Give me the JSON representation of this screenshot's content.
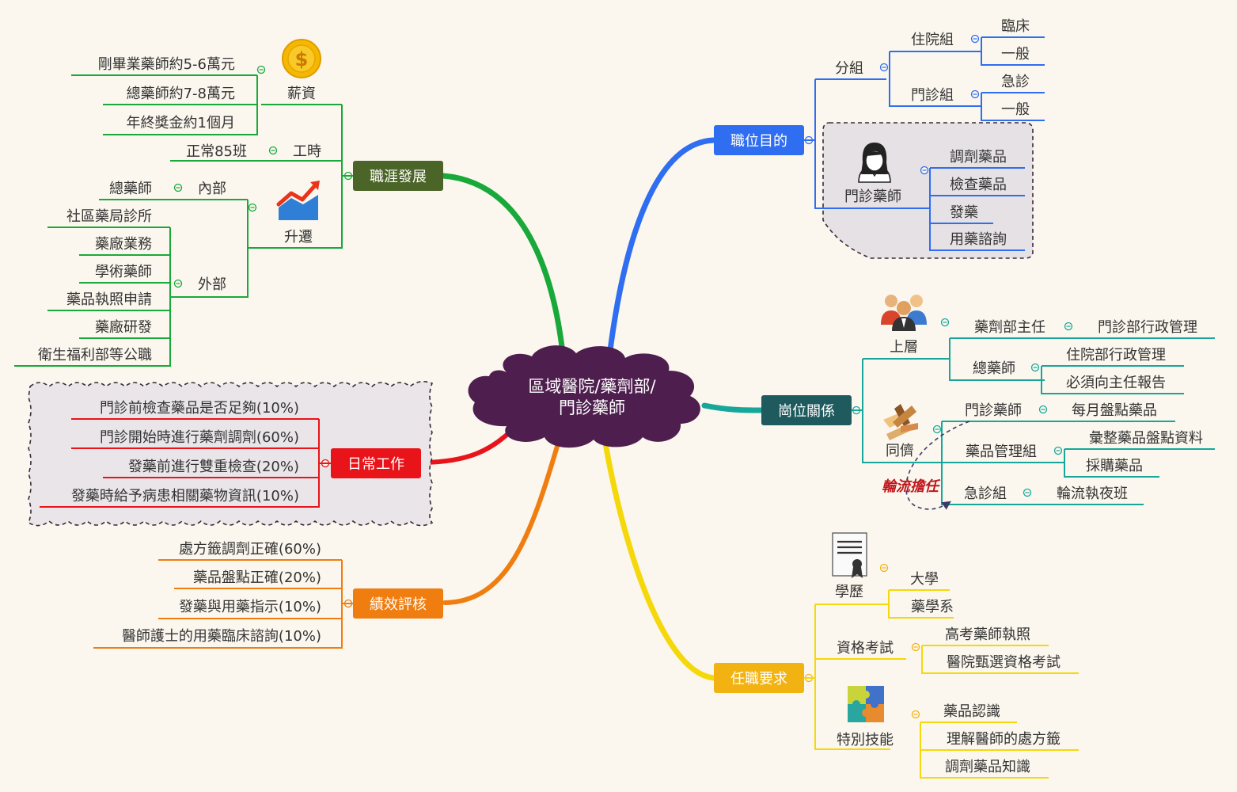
{
  "central": {
    "line1": "區域醫院/藥劑部/",
    "line2": "門診藥師"
  },
  "colors": {
    "career": "#4b6427",
    "career_line": "#18a93a",
    "purpose": "#2f6ef0",
    "relation": "#1e5a5e",
    "relation_line": "#17a79a",
    "daily": "#e8141a",
    "perf": "#f07d10",
    "req": "#f2b312",
    "req_line": "#f5d80b",
    "central": "#4e1f4e"
  },
  "career": {
    "title": "職涯發展",
    "salary": {
      "label": "薪資",
      "items": [
        "剛畢業藥師約5-6萬元",
        "總藥師約7-8萬元",
        "年終獎金約1個月"
      ]
    },
    "hours": {
      "label": "工時",
      "items": [
        "正常85班"
      ]
    },
    "promotion": {
      "label": "升遷",
      "internal": {
        "label": "內部",
        "items": [
          "總藥師"
        ]
      },
      "external": {
        "label": "外部",
        "items": [
          "社區藥局診所",
          "藥廠業務",
          "學術藥師",
          "藥品執照申請",
          "藥廠研發",
          "衛生福利部等公職"
        ]
      }
    }
  },
  "daily": {
    "title": "日常工作",
    "items": [
      "門診前檢查藥品是否足夠(10%)",
      "門診開始時進行藥劑調劑(60%)",
      "發藥前進行雙重檢查(20%)",
      "發藥時給予病患相關藥物資訊(10%)"
    ]
  },
  "perf": {
    "title": "績效評核",
    "items": [
      "處方籤調劑正確(60%)",
      "藥品盤點正確(20%)",
      "發藥與用藥指示(10%)",
      "醫師護士的用藥臨床諮詢(10%)"
    ]
  },
  "purpose": {
    "title": "職位目的",
    "group": {
      "label": "分組",
      "inpatient": {
        "label": "住院組",
        "items": [
          "臨床",
          "一般"
        ]
      },
      "outpatient": {
        "label": "門診組",
        "items": [
          "急診",
          "一般"
        ]
      }
    },
    "pharmacist": {
      "label": "門診藥師",
      "items": [
        "調劑藥品",
        "檢查藥品",
        "發藥",
        "用藥諮詢"
      ]
    }
  },
  "relation": {
    "title": "崗位關係",
    "upper": {
      "label": "上層",
      "director": {
        "label": "藥劑部主任",
        "items": [
          "門診部行政管理"
        ]
      },
      "chief": {
        "label": "總藥師",
        "items": [
          "住院部行政管理",
          "必須向主任報告"
        ]
      }
    },
    "peer": {
      "label": "同儕",
      "outpatient": {
        "label": "門診藥師",
        "items": [
          "每月盤點藥品"
        ]
      },
      "management": {
        "label": "藥品管理組",
        "items": [
          "彙整藥品盤點資料",
          "採購藥品"
        ]
      },
      "emergency": {
        "label": "急診組",
        "items": [
          "輪流執夜班"
        ]
      }
    },
    "rotation_note": "輪流擔任"
  },
  "req": {
    "title": "任職要求",
    "education": {
      "label": "學歷",
      "items": [
        "大學",
        "藥學系"
      ]
    },
    "exam": {
      "label": "資格考試",
      "items": [
        "高考藥師執照",
        "醫院甄選資格考試"
      ]
    },
    "skills": {
      "label": "特別技能",
      "items": [
        "藥品認識",
        "理解醫師的處方籤",
        "調劑藥品知識"
      ]
    }
  }
}
